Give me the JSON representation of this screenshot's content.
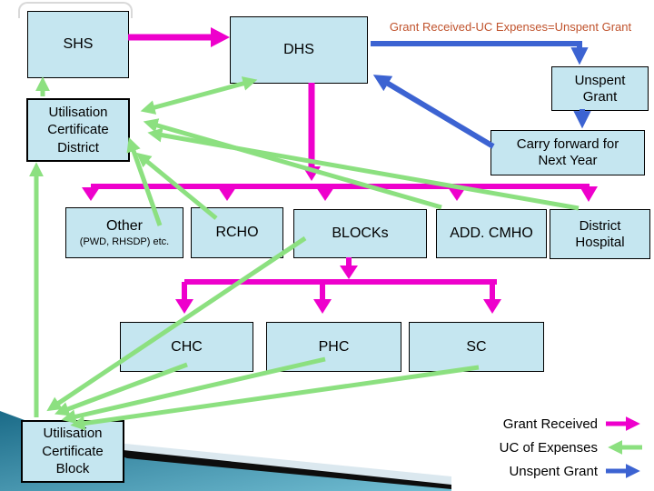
{
  "formula": "Grant Received-UC Expenses=Unspent Grant",
  "colors": {
    "grant_received_arrow": "#ee00cc",
    "uc_of_expenses_arrow": "#8ce080",
    "unspent_grant_arrow": "#3c63d2",
    "box_fill": "#c5e6f0",
    "box_border": "#000000",
    "formula_text": "#c0532d",
    "corner_teal_dark": "#1b6b88",
    "corner_teal_light": "#73bfd4"
  },
  "nodes": {
    "shs": {
      "label": "SHS"
    },
    "dhs": {
      "label": "DHS"
    },
    "unspent_grant": {
      "label": "Unspent\nGrant"
    },
    "uc_district": {
      "label": "Utilisation\nCertificate\nDistrict"
    },
    "carry_forward": {
      "label": "Carry forward for\nNext Year"
    },
    "other": {
      "label": "Other",
      "sublabel": "(PWD, RHSDP) etc."
    },
    "rcho": {
      "label": "RCHO"
    },
    "blocks": {
      "label": "BLOCKs"
    },
    "add_cmho": {
      "label": "ADD. CMHO"
    },
    "district_hospital": {
      "label": "District\nHospital"
    },
    "chc": {
      "label": "CHC"
    },
    "phc": {
      "label": "PHC"
    },
    "sc": {
      "label": "SC"
    },
    "uc_block": {
      "label": "Utilisation\nCertificate\nBlock"
    }
  },
  "legend": {
    "items": [
      {
        "label": "Grant Received",
        "arrow": "right",
        "color": "#ee00cc"
      },
      {
        "label": "UC of Expenses",
        "arrow": "left",
        "color": "#8ce080"
      },
      {
        "label": "Unspent Grant",
        "arrow": "right",
        "color": "#3c63d2"
      }
    ]
  }
}
